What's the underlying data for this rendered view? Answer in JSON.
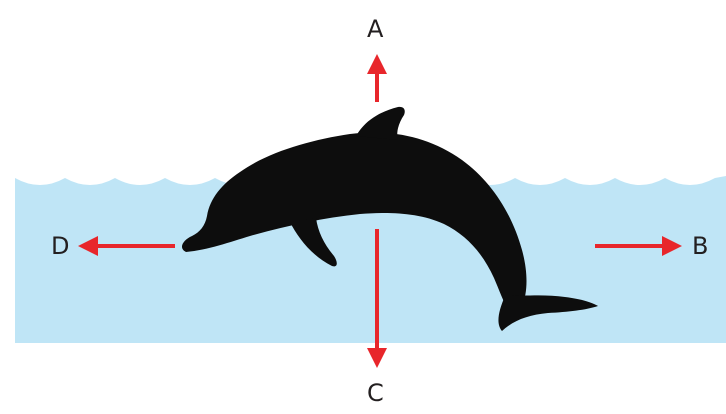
{
  "diagram": {
    "labels": {
      "up": "A",
      "right": "B",
      "down": "C",
      "left": "D"
    },
    "colors": {
      "water": "#bfe5f6",
      "arrow": "#e8262b",
      "dolphin": "#0d0d0d",
      "text": "#231f20"
    }
  }
}
